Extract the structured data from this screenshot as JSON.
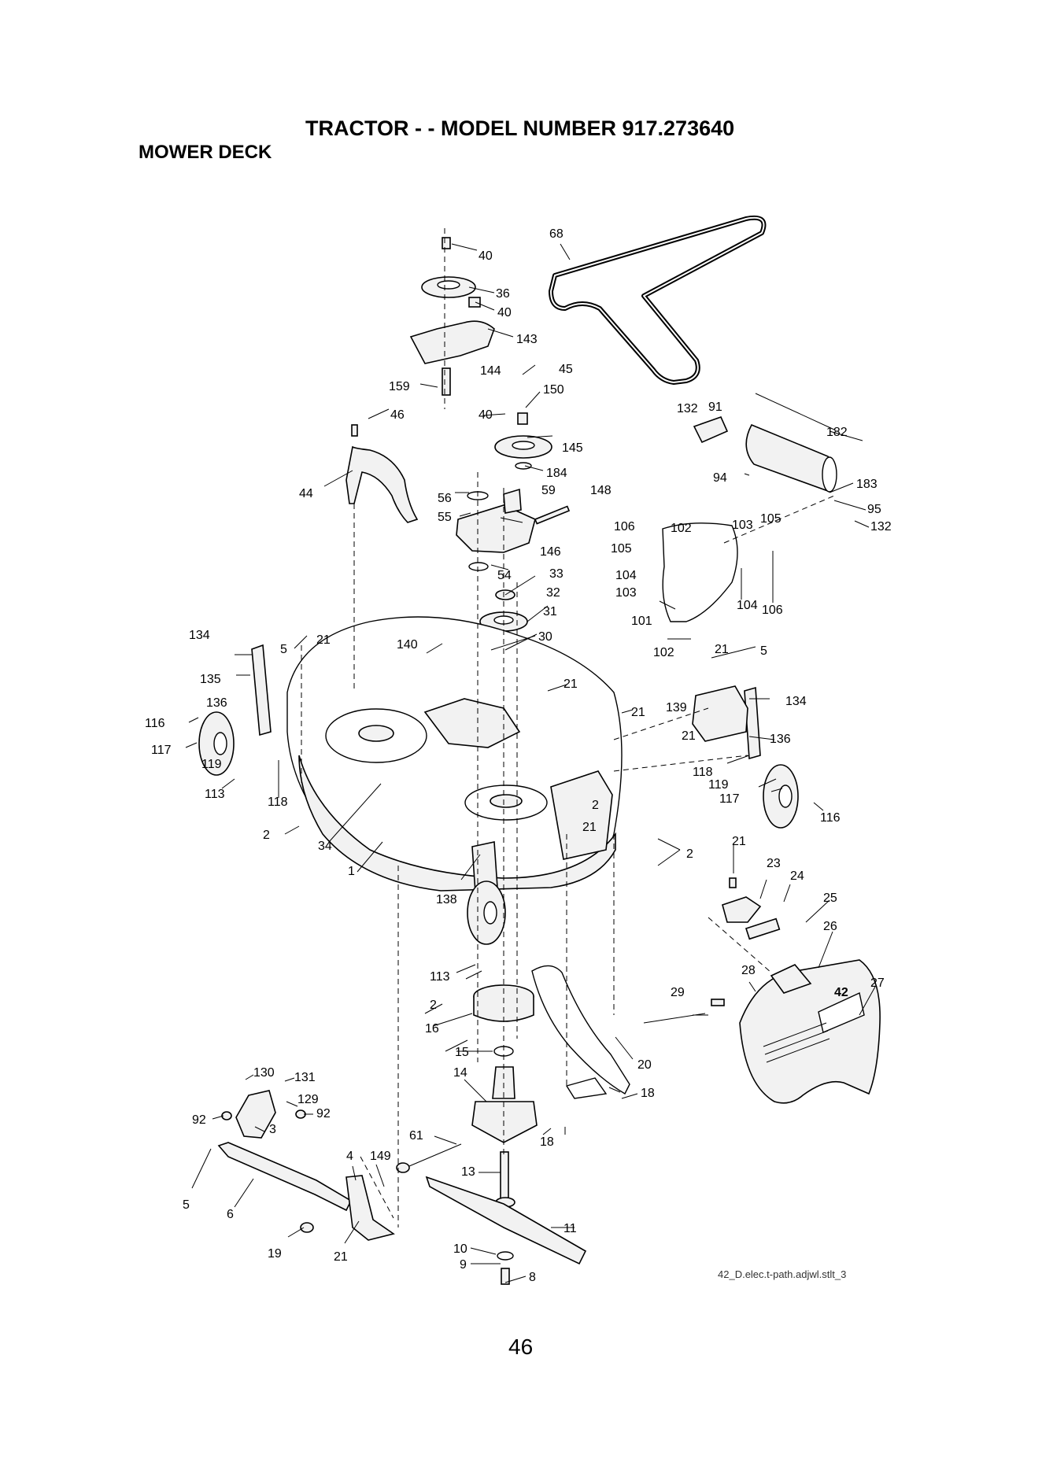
{
  "header": {
    "title": "TRACTOR - - MODEL NUMBER 917.273640",
    "subtitle": "MOWER DECK"
  },
  "diagram": {
    "callouts": [
      {
        "id": "c40a",
        "label": "40"
      },
      {
        "id": "c36",
        "label": "36"
      },
      {
        "id": "c40b",
        "label": "40"
      },
      {
        "id": "c143",
        "label": "143"
      },
      {
        "id": "c144",
        "label": "144"
      },
      {
        "id": "c159",
        "label": "159"
      },
      {
        "id": "c68",
        "label": "68"
      },
      {
        "id": "c45",
        "label": "45"
      },
      {
        "id": "c150",
        "label": "150"
      },
      {
        "id": "c40c",
        "label": "40"
      },
      {
        "id": "c46",
        "label": "46"
      },
      {
        "id": "c145",
        "label": "145"
      },
      {
        "id": "c184",
        "label": "184"
      },
      {
        "id": "c59",
        "label": "59"
      },
      {
        "id": "c148",
        "label": "148"
      },
      {
        "id": "c44",
        "label": "44"
      },
      {
        "id": "c56",
        "label": "56"
      },
      {
        "id": "c55",
        "label": "55"
      },
      {
        "id": "c146",
        "label": "146"
      },
      {
        "id": "c54",
        "label": "54"
      },
      {
        "id": "c33",
        "label": "33"
      },
      {
        "id": "c32",
        "label": "32"
      },
      {
        "id": "c31",
        "label": "31"
      },
      {
        "id": "c30",
        "label": "30"
      },
      {
        "id": "c132a",
        "label": "132"
      },
      {
        "id": "c91",
        "label": "91"
      },
      {
        "id": "c182",
        "label": "182"
      },
      {
        "id": "c94",
        "label": "94"
      },
      {
        "id": "c183",
        "label": "183"
      },
      {
        "id": "c95",
        "label": "95"
      },
      {
        "id": "c132b",
        "label": "132"
      },
      {
        "id": "c106a",
        "label": "106"
      },
      {
        "id": "c102a",
        "label": "102"
      },
      {
        "id": "c103a",
        "label": "103"
      },
      {
        "id": "c105a",
        "label": "105"
      },
      {
        "id": "c105b",
        "label": "105"
      },
      {
        "id": "c104a",
        "label": "104"
      },
      {
        "id": "c103b",
        "label": "103"
      },
      {
        "id": "c104b",
        "label": "104"
      },
      {
        "id": "c106b",
        "label": "106"
      },
      {
        "id": "c101",
        "label": "101"
      },
      {
        "id": "c102b",
        "label": "102"
      },
      {
        "id": "c21a",
        "label": "21"
      },
      {
        "id": "c5a",
        "label": "5"
      },
      {
        "id": "c134a",
        "label": "134"
      },
      {
        "id": "c135",
        "label": "135"
      },
      {
        "id": "c140",
        "label": "140"
      },
      {
        "id": "c136a",
        "label": "136"
      },
      {
        "id": "c116a",
        "label": "116"
      },
      {
        "id": "c117a",
        "label": "117"
      },
      {
        "id": "c119a",
        "label": "119"
      },
      {
        "id": "c113a",
        "label": "113"
      },
      {
        "id": "c118a",
        "label": "118"
      },
      {
        "id": "c2a",
        "label": "2"
      },
      {
        "id": "c34",
        "label": "34"
      },
      {
        "id": "c1",
        "label": "1"
      },
      {
        "id": "c21b",
        "label": "21"
      },
      {
        "id": "c21c",
        "label": "21"
      },
      {
        "id": "c21d",
        "label": "21"
      },
      {
        "id": "c5b",
        "label": "5"
      },
      {
        "id": "c139",
        "label": "139"
      },
      {
        "id": "c134b",
        "label": "134"
      },
      {
        "id": "c21e",
        "label": "21"
      },
      {
        "id": "c136b",
        "label": "136"
      },
      {
        "id": "c118b",
        "label": "118"
      },
      {
        "id": "c119b",
        "label": "119"
      },
      {
        "id": "c117b",
        "label": "117"
      },
      {
        "id": "c116b",
        "label": "116"
      },
      {
        "id": "c2b",
        "label": "2"
      },
      {
        "id": "c21f",
        "label": "21"
      },
      {
        "id": "c2c",
        "label": "2"
      },
      {
        "id": "c138",
        "label": "138"
      },
      {
        "id": "c21g",
        "label": "21"
      },
      {
        "id": "c23",
        "label": "23"
      },
      {
        "id": "c24",
        "label": "24"
      },
      {
        "id": "c25",
        "label": "25"
      },
      {
        "id": "c26",
        "label": "26"
      },
      {
        "id": "c113b",
        "label": "113"
      },
      {
        "id": "c2d",
        "label": "2"
      },
      {
        "id": "c28",
        "label": "28"
      },
      {
        "id": "c29",
        "label": "29"
      },
      {
        "id": "c27",
        "label": "27"
      },
      {
        "id": "c16",
        "label": "16"
      },
      {
        "id": "c15",
        "label": "15"
      },
      {
        "id": "c20",
        "label": "20"
      },
      {
        "id": "c14",
        "label": "14"
      },
      {
        "id": "c18a",
        "label": "18"
      },
      {
        "id": "c18b",
        "label": "18"
      },
      {
        "id": "c130",
        "label": "130"
      },
      {
        "id": "c131",
        "label": "131"
      },
      {
        "id": "c129",
        "label": "129"
      },
      {
        "id": "c92a",
        "label": "92"
      },
      {
        "id": "c92b",
        "label": "92"
      },
      {
        "id": "c3",
        "label": "3"
      },
      {
        "id": "c4",
        "label": "4"
      },
      {
        "id": "c149",
        "label": "149"
      },
      {
        "id": "c61",
        "label": "61"
      },
      {
        "id": "c5c",
        "label": "5"
      },
      {
        "id": "c6",
        "label": "6"
      },
      {
        "id": "c13",
        "label": "13"
      },
      {
        "id": "c11",
        "label": "11"
      },
      {
        "id": "c19",
        "label": "19"
      },
      {
        "id": "c21h",
        "label": "21"
      },
      {
        "id": "c10",
        "label": "10"
      },
      {
        "id": "c9",
        "label": "9"
      },
      {
        "id": "c8",
        "label": "8"
      }
    ],
    "deck_badge": "42"
  },
  "footer": {
    "reference": "42_D.elec.t-path.adjwl.stlt_3",
    "page_number": "46"
  }
}
